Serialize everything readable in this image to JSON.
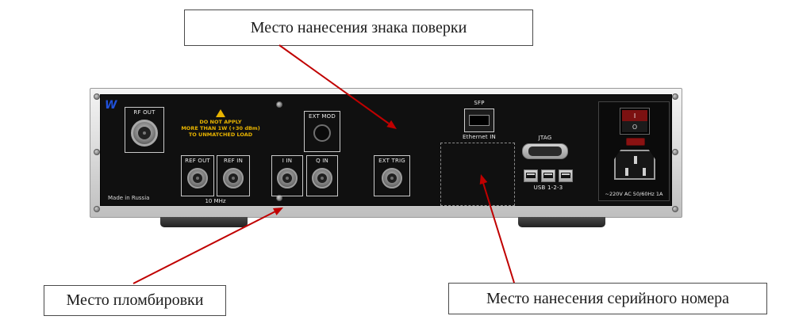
{
  "callouts": {
    "verification_mark": "Место нанесения знака поверки",
    "sealing": "Место пломбировки",
    "serial_number": "Место нанесения серийного номера"
  },
  "panel": {
    "logo": "W",
    "made_in": "Made in Russia",
    "connectors": {
      "rf_out": "RF OUT",
      "ext_mod": "EXT MOD",
      "ref_out": "REF OUT",
      "ref_in": "REF IN",
      "ref_note": "10 MHz",
      "i_in": "I IN",
      "q_in": "Q IN",
      "ext_trig": "EXT TRIG",
      "sfp": "SFP",
      "ethernet_in": "Ethernet IN",
      "jtag": "JTAG",
      "usb": "USB 1-2-3"
    },
    "warning": {
      "line1": "DO NOT APPLY",
      "line2": "MORE THAN 1W (+30 dBm)",
      "line3": "TO UNMATCHED LOAD"
    },
    "power": {
      "rating": "~220V AC 50/60Hz 1A",
      "switch_on": "I",
      "switch_off": "O"
    }
  },
  "colors": {
    "arrow_red": "#c00000",
    "warning_yellow": "#e8b400",
    "logo_blue": "#2050d8",
    "panel_black": "#101010"
  }
}
